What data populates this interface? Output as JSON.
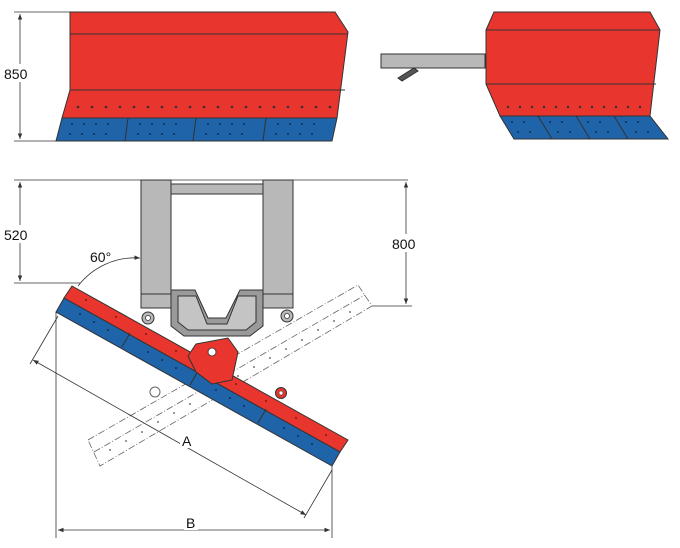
{
  "diagram": {
    "colors": {
      "blade": "#e8362f",
      "blade_dark": "#c92a24",
      "wear_strip": "#1f63a8",
      "frame": "#b8b8b8",
      "frame_dark": "#9a9a9a",
      "outline": "#333333",
      "ghost": "#ffffff"
    },
    "dimensions": {
      "height_850": "850",
      "height_520": "520",
      "height_800": "800",
      "angle": "60°",
      "length_a": "A",
      "length_b": "B"
    }
  }
}
